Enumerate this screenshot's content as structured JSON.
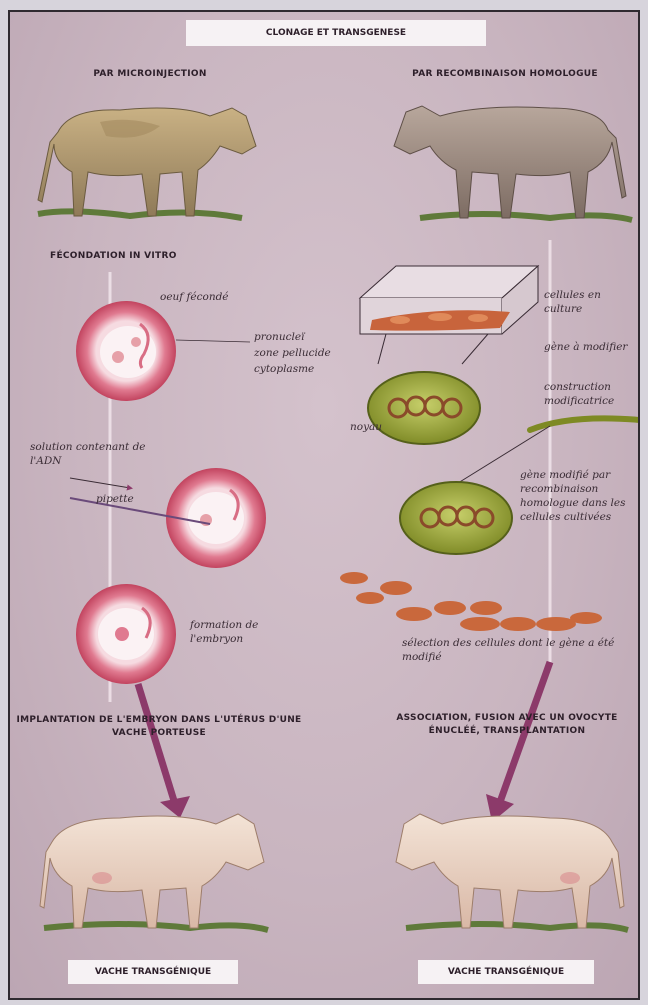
{
  "title": "CLONAGE ET TRANSGENESE",
  "left": {
    "heading": "PAR MICROINJECTION",
    "step_label": "FÉCONDATION IN VITRO",
    "egg_label": "oeuf fécondé",
    "parts": [
      "pronucleï",
      "zone pellucide",
      "cytoplasme"
    ],
    "dna_solution": "solution contenant de l'ADN",
    "needle": "pipette",
    "embryo": "formation de l'embryon",
    "implant": "IMPLANTATION DE L'EMBRYON DANS L'UTÉRUS D'UNE VACHE PORTEUSE",
    "result": "VACHE TRANSGÉNIQUE"
  },
  "right": {
    "heading": "PAR RECOMBINAISON HOMOLOGUE",
    "culture": "cellules en culture",
    "gene": "gène à modifier",
    "construct": "construction modificatrice",
    "nucleus": "noyau",
    "modified": "gène modifié par recombinaison homologue dans les cellules cultivées",
    "selection": "sélection des cellules dont le gène a été modifié",
    "association": "ASSOCIATION, FUSION AVEC UN OVOCYTE ÉNUCLÉÉ, TRANSPLANTATION",
    "result": "VACHE TRANSGÉNIQUE"
  },
  "colors": {
    "background": "#c9b5c0",
    "arrow": "#8c3a6a",
    "egg_ring": "#d9637c",
    "nucleus_green": "#8e9b2f",
    "cells_orange": "#c46a3a"
  }
}
